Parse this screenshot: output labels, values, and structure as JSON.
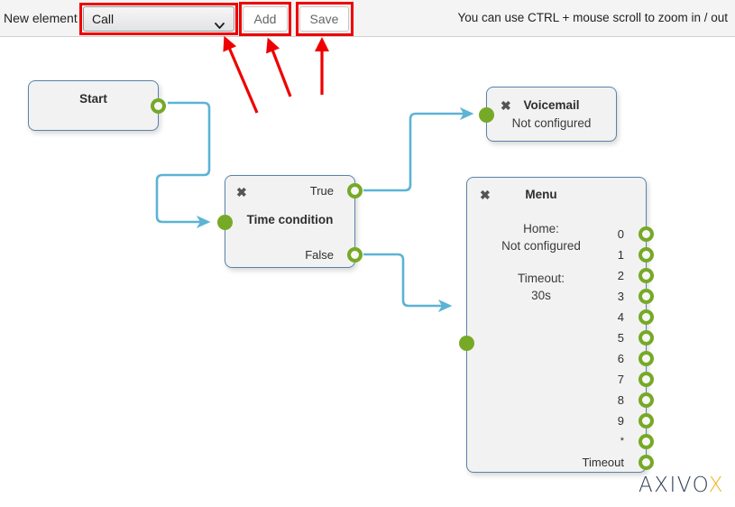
{
  "toolbar": {
    "new_element_label": "New element",
    "select_value": "Call",
    "select_options": [
      "Call"
    ],
    "add_label": "Add",
    "save_label": "Save",
    "hint": "You can use CTRL + mouse scroll to zoom in / out",
    "annotation_color": "#ee0000"
  },
  "canvas": {
    "wire_color": "#5cb3d4",
    "port_color": "#76a926",
    "node_border_color": "#5b82a8",
    "node_fill_color": "#f2f2f2",
    "nodes": [
      {
        "id": "start",
        "title": "Start",
        "subtitle": "",
        "closable": false,
        "outputs": [
          ""
        ],
        "has_input": false
      },
      {
        "id": "timecondition",
        "title": "Time condition",
        "subtitle": "",
        "closable": true,
        "close_icon": "close-icon",
        "outputs": [
          "True",
          "False"
        ],
        "has_input": true
      },
      {
        "id": "voicemail",
        "title": "Voicemail",
        "subtitle": "Not configured",
        "closable": true,
        "close_icon": "close-icon",
        "outputs": [],
        "has_input": true
      },
      {
        "id": "menu",
        "title": "Menu",
        "closable": true,
        "close_icon": "close-icon",
        "lines": [
          "Home:",
          "Not configured",
          "",
          "Timeout:",
          "30s"
        ],
        "home_label": "Home:",
        "home_value": "Not configured",
        "timeout_label": "Timeout:",
        "timeout_value": "30s",
        "outputs": [
          "0",
          "1",
          "2",
          "3",
          "4",
          "5",
          "6",
          "7",
          "8",
          "9",
          "*",
          "Timeout"
        ],
        "has_input": true
      }
    ],
    "connections": [
      {
        "from": "start.out",
        "to": "timecondition.in"
      },
      {
        "from": "timecondition.True",
        "to": "voicemail.in"
      },
      {
        "from": "timecondition.False",
        "to": "menu.in"
      }
    ]
  },
  "branding": {
    "logo_main": "AXIVO",
    "logo_accent": "X"
  }
}
